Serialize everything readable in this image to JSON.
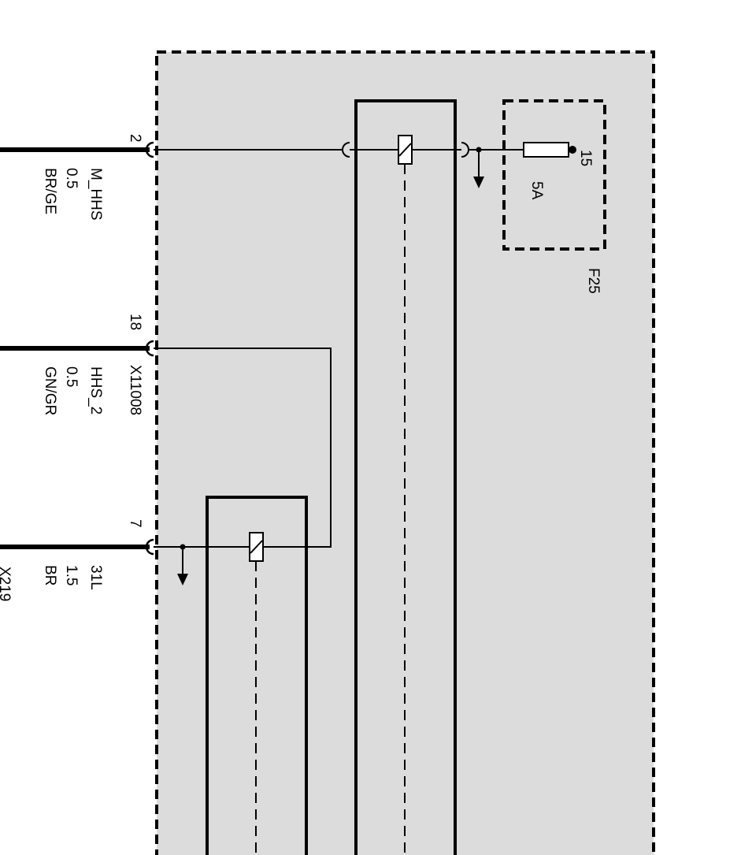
{
  "pins": {
    "p2": "2",
    "p18": "18",
    "p7": "7"
  },
  "wires": {
    "w1": {
      "name": "M_HHS",
      "size": "0.5",
      "color": "BR/GE"
    },
    "w2": {
      "name": "HHS_2",
      "size": "0.5",
      "color": "GN/GR"
    },
    "w3": {
      "name": "31L",
      "size": "1.5",
      "color": "BR"
    }
  },
  "connectors": {
    "main": "X11008",
    "secondary": "X219"
  },
  "fuse": {
    "id": "F25",
    "rating": "5A",
    "terminal": "15"
  },
  "colors": {
    "module_fill": "#dcdcdc",
    "line": "#000000",
    "background": "#ffffff"
  }
}
